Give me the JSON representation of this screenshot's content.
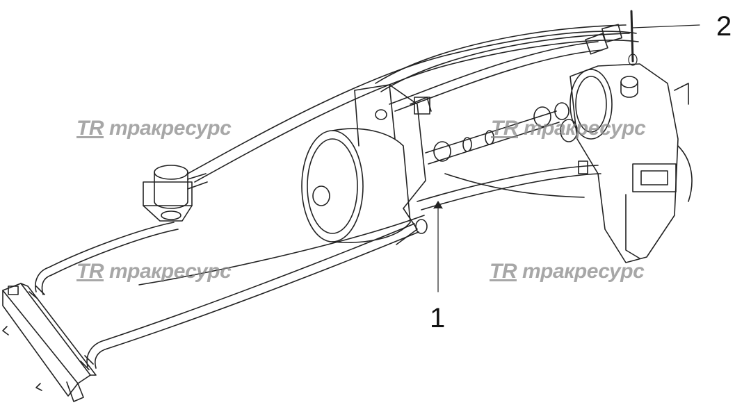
{
  "callouts": {
    "part_1": "1",
    "part_2": "2"
  },
  "watermark": {
    "logo": "TR",
    "text": "тракресурс"
  },
  "colors": {
    "line": "#222222",
    "fill": "#ffffff",
    "watermark": "#8a8a8a"
  }
}
